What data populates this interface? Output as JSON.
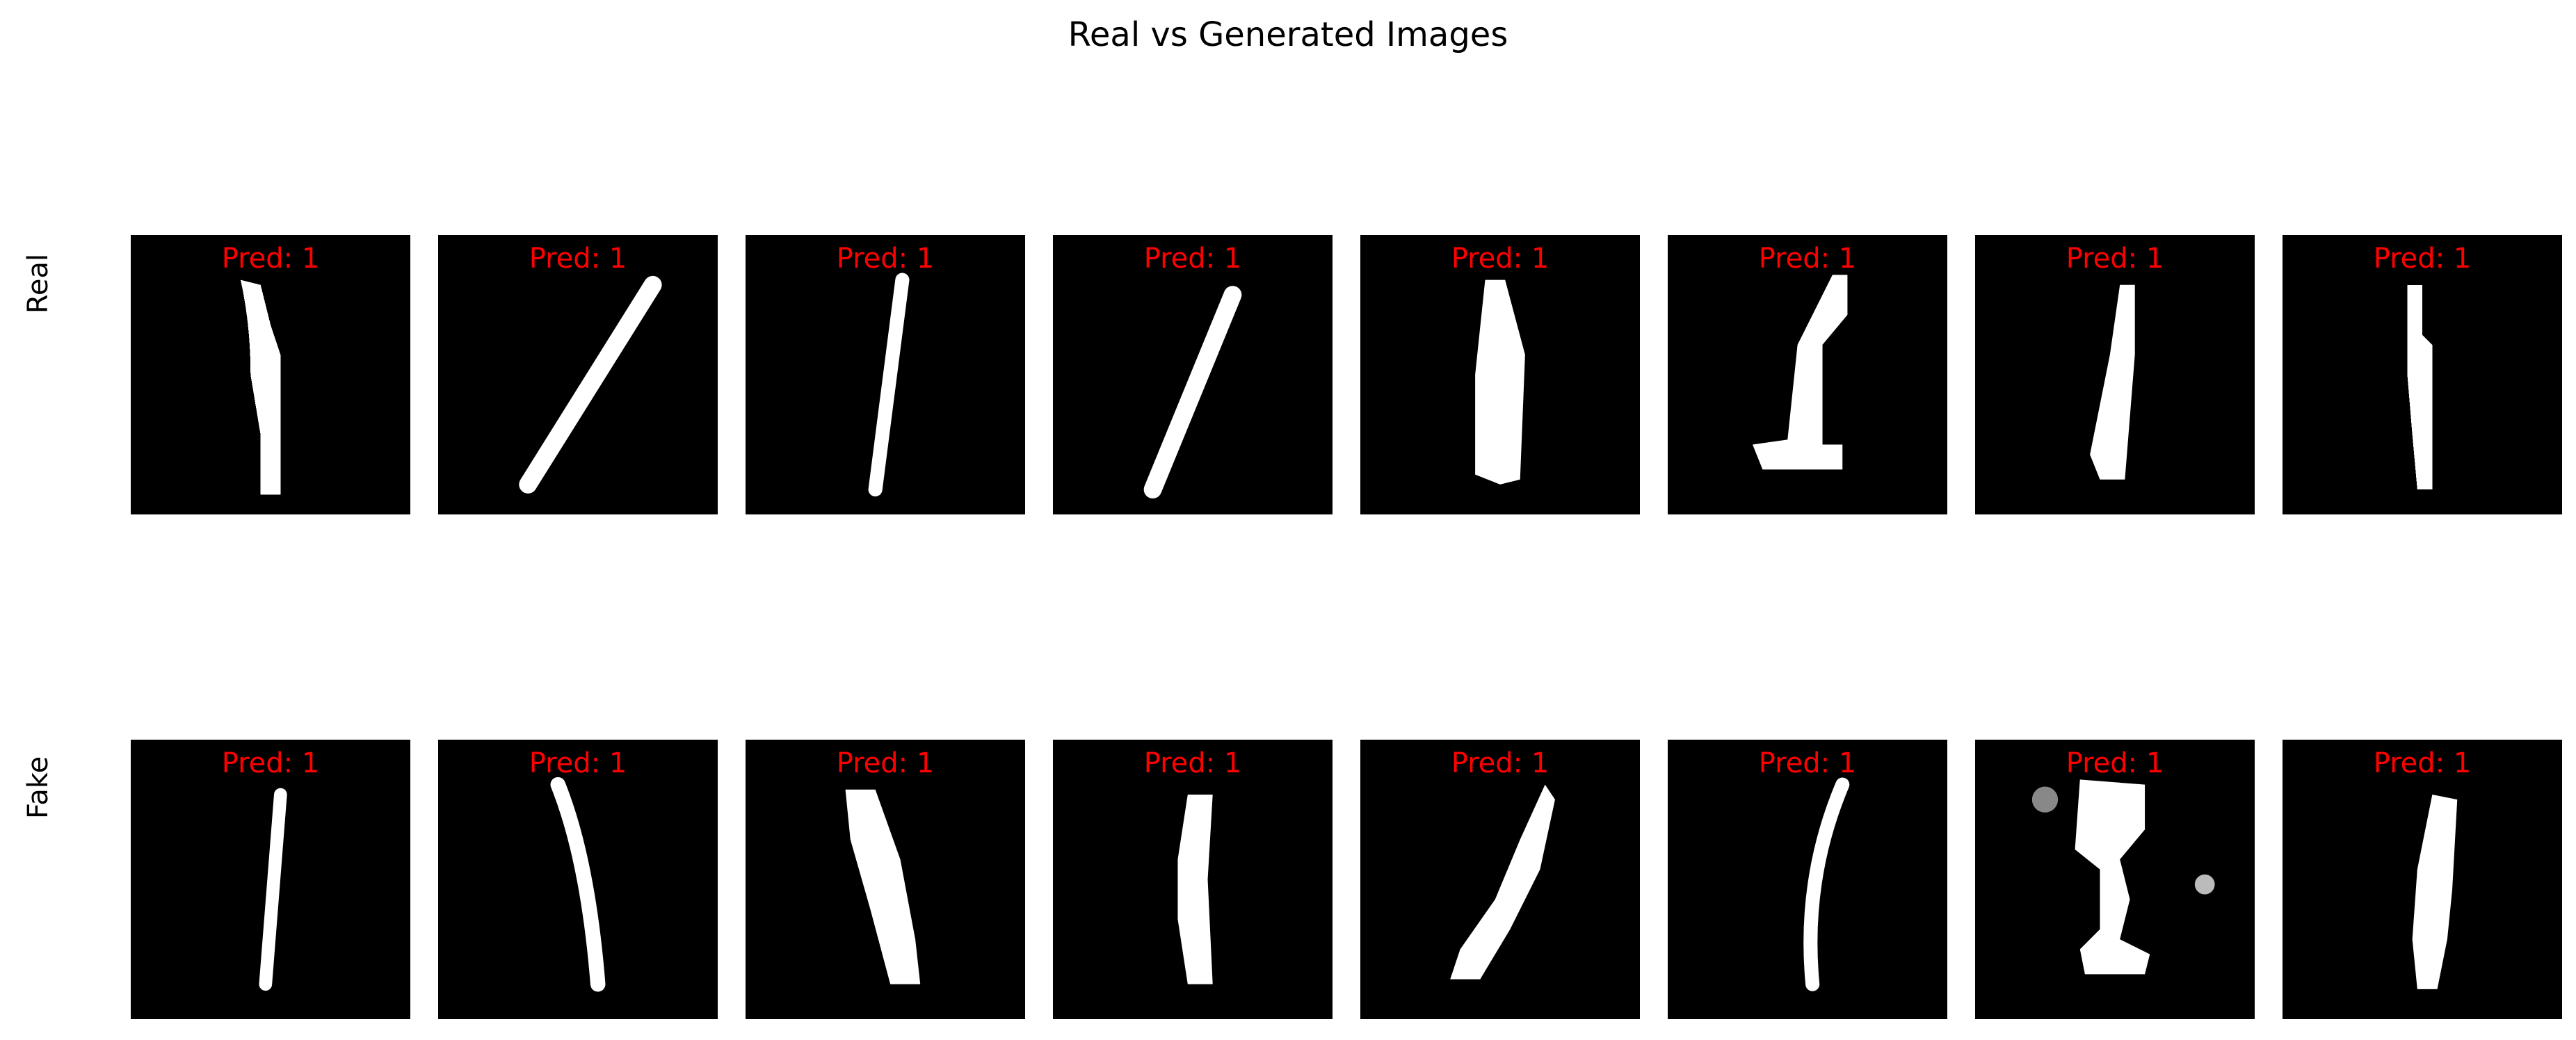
{
  "title": "Real vs Generated Images",
  "rows": [
    {
      "label": "Real",
      "preds": [
        "Pred: 1",
        "Pred: 1",
        "Pred: 1",
        "Pred: 1",
        "Pred: 1",
        "Pred: 1",
        "Pred: 1",
        "Pred: 1"
      ]
    },
    {
      "label": "Fake",
      "preds": [
        "Pred: 1",
        "Pred: 1",
        "Pred: 1",
        "Pred: 1",
        "Pred: 1",
        "Pred: 1",
        "Pred: 1",
        "Pred: 1"
      ]
    }
  ],
  "colors": {
    "pred_text": "#ff0000",
    "tile_bg": "#000000",
    "stroke": "#ffffff"
  }
}
